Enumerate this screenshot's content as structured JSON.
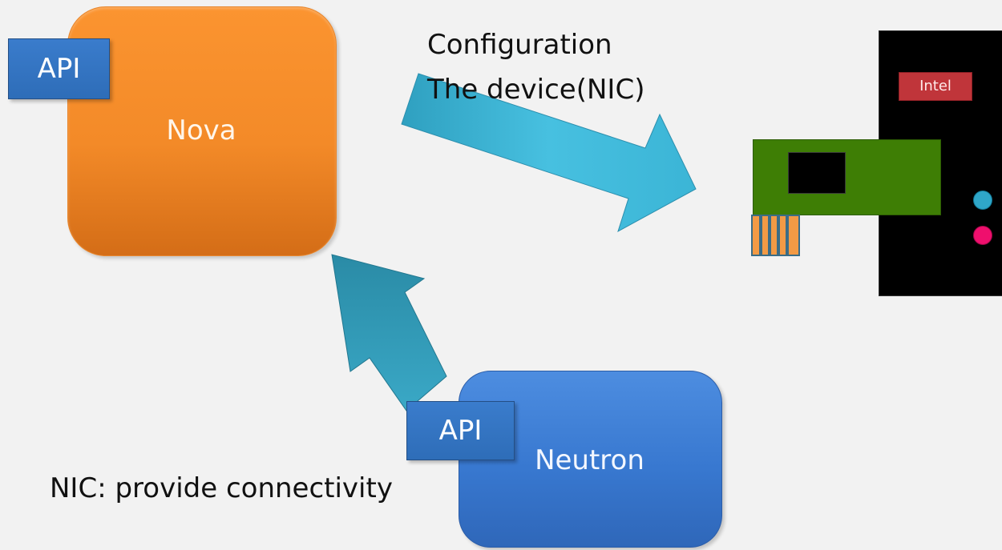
{
  "nova": {
    "label": "Nova",
    "api_label": "API"
  },
  "neutron": {
    "label": "Neutron",
    "api_label": "API"
  },
  "config_arrow": {
    "line1": "Configuration",
    "line2": "The device(NIC)"
  },
  "nic_caption": "NIC: provide connectivity",
  "server": {
    "vendor_label": "Intel"
  },
  "colors": {
    "nova_orange": "#f38a28",
    "neutron_blue": "#3878d0",
    "api_blue": "#2e6db8",
    "arrow_cyan": "#3bb5d6",
    "arrow_teal": "#2a8fa8",
    "card_green": "#3e7e05",
    "intel_red": "#c0353a",
    "led_blue": "#2fa6c8",
    "led_pink": "#ef0f6d"
  },
  "icons": [
    "config-arrow",
    "register-arrow",
    "nic-card-icon",
    "led-icon"
  ]
}
